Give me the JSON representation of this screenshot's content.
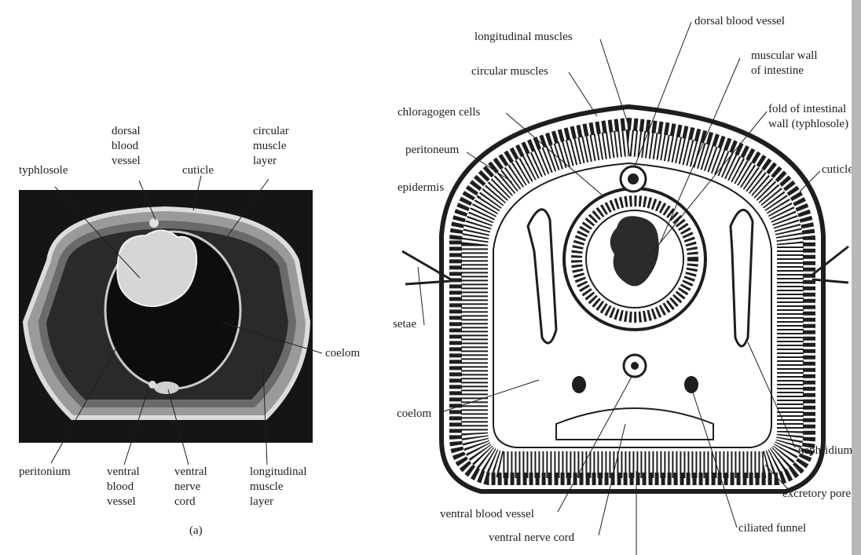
{
  "left_figure": {
    "caption": "(a)",
    "labels": {
      "dorsal_blood_vessel": [
        "dorsal",
        "blood",
        "vessel"
      ],
      "typhlosole": "typhlosole",
      "cuticle": "cuticle",
      "circular_muscle_layer": [
        "circular",
        "muscle",
        "layer"
      ],
      "coelom": "coelom",
      "peritonium": "peritonium",
      "ventral_blood_vessel": [
        "ventral",
        "blood",
        "vessel"
      ],
      "ventral_nerve_cord": [
        "ventral",
        "nerve",
        "cord"
      ],
      "longitudinal_muscle_layer": [
        "longitudinal",
        "muscle",
        "layer"
      ]
    }
  },
  "right_figure": {
    "labels": {
      "dorsal_blood_vessel": "dorsal blood vessel",
      "longitudinal_muscles": "longitudinal muscles",
      "circular_muscles": "circular muscles",
      "muscular_wall_of_intestine": [
        "muscular wall",
        "of intestine"
      ],
      "chloragogen_cells": "chloragogen cells",
      "fold_of_intestinal_wall": [
        "fold of intestinal",
        "wall (typhlosole)"
      ],
      "peritoneum": "peritoneum",
      "cuticle": "cuticle",
      "epidermis": "epidermis",
      "setae": "setae",
      "coelom": "coelom",
      "nephridium": "nephridium",
      "excretory_pore": "excretory pore",
      "ventral_blood_vessel": "ventral blood vessel",
      "ciliated_funnel": "ciliated funnel",
      "ventral_nerve_cord": "ventral nerve cord"
    }
  },
  "colors": {
    "ink": "#1e1e1e",
    "photo_background": "#151515",
    "paper": "#ffffff"
  }
}
